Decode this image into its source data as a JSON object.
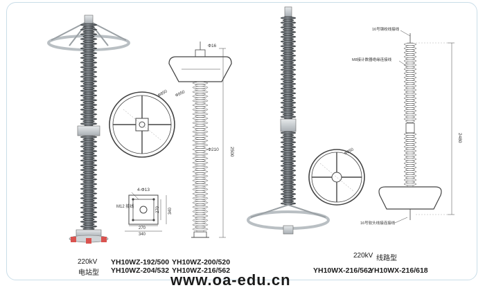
{
  "left_section": {
    "voltage": "220kV",
    "type_label": "电站型",
    "models": [
      "YH10WZ-192/500",
      "YH10WZ-204/532",
      "YH10WZ-200/520",
      "YH10WZ-216/562"
    ],
    "ring_dim": "Ф850",
    "base": {
      "holes": "4-Ф13",
      "bolt": "M12",
      "bolt_note": "M12 接线",
      "dim_inner_h": "270",
      "dim_outer_h": "340",
      "dim_inner_w": "270",
      "dim_outer_w": "340"
    },
    "drawing": {
      "top_dim": "Ф16",
      "ring_dim": "Ф850",
      "mid_dim": "Ф210",
      "height": "2500"
    }
  },
  "right_section": {
    "voltage": "220kV",
    "type_label": "线路型",
    "models": [
      "YH10WX-216/562",
      "YH10WX-216/618"
    ],
    "ring_dim": "Ф850",
    "drawing": {
      "callout_top": "16号钢绞线接线",
      "callout_mid": "M8接计数器绝缘连接线",
      "callout_bottom": "16号软头线接连接线",
      "height": "2480"
    }
  },
  "watermark": "www.oa-edu.cn",
  "colors": {
    "porcelain": "#6f7479",
    "porcelain_dark": "#4d5256",
    "metal": "#c9ced2",
    "line": "#4a4a4a",
    "flange_red": "#d9534f"
  }
}
